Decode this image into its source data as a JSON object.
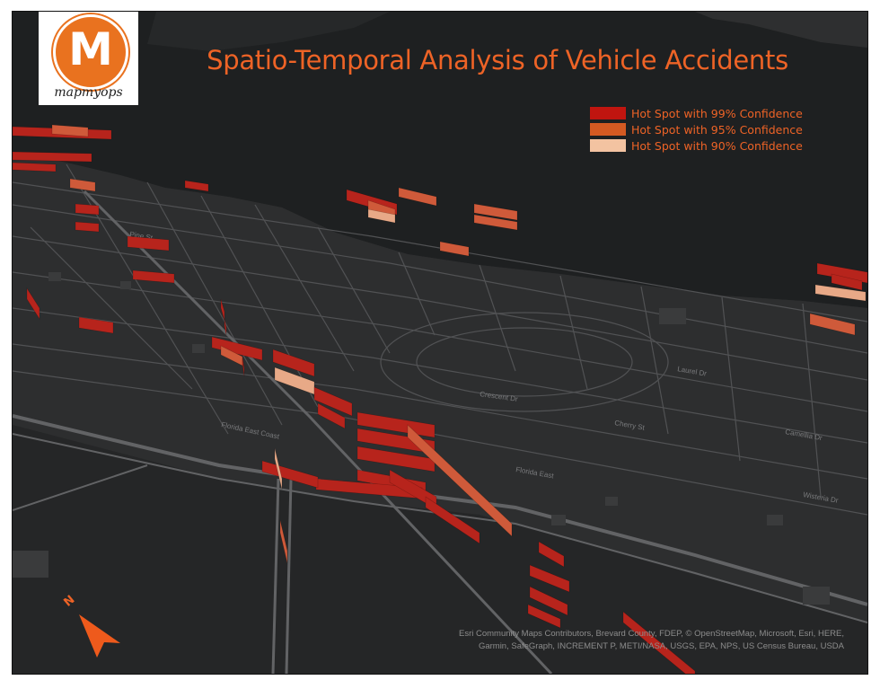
{
  "title": "Spatio-Temporal Analysis of Vehicle Accidents",
  "logo": {
    "letter": "M",
    "wordmark": "mapmyops",
    "color": "#e9721f"
  },
  "legend": [
    {
      "label": "Hot Spot with 99% Confidence",
      "color": "#c0150f"
    },
    {
      "label": "Hot Spot with 95% Confidence",
      "color": "#d45a22"
    },
    {
      "label": "Hot Spot with 90% Confidence",
      "color": "#f3c3a1"
    }
  ],
  "street_labels": [
    "Florida East Coast",
    "Florida East",
    "Crescent Dr",
    "Cherry St",
    "Wisteria Dr",
    "Camellia Dr",
    "Laurel Dr",
    "Pine St"
  ],
  "attribution": [
    "Esri Community Maps Contributors, Brevard County, FDEP, © OpenStreetMap, Microsoft, Esri, HERE,",
    "Garmin, SafeGraph, INCREMENT P, METI/NASA, USGS, EPA, NPS, US Census Bureau, USDA"
  ],
  "north_arrow": {
    "label": "N",
    "icon": "north-arrow-icon",
    "color": "#ee5a1c"
  },
  "colors": {
    "water": "#1e2021",
    "land": "#2b2c2d",
    "road": "#5b5c5e",
    "title": "#ee6326"
  }
}
